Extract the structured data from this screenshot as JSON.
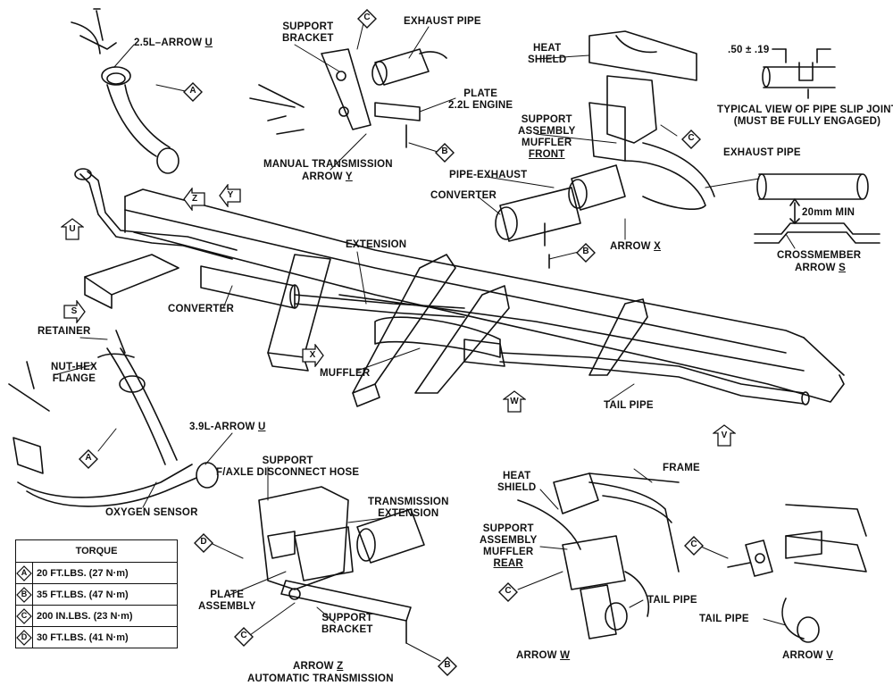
{
  "labels": {
    "arrow_u_25": "2.5L–ARROW ",
    "arrow_u_25_letter": "U",
    "support_bracket_top": "SUPPORT\nBRACKET",
    "exhaust_pipe_top": "EXHAUST PIPE",
    "plate_22": "PLATE\n2.2L ENGINE",
    "manual_trans": "MANUAL TRANSMISSION",
    "arrow_y": "ARROW ",
    "arrow_y_letter": "Y",
    "heat_shield_front": "HEAT\nSHIELD",
    "support_front_1": "SUPPORT\nASSEMBLY\nMUFFLER",
    "support_front_2": "FRONT",
    "pipe_exhaust": "PIPE-EXHAUST",
    "converter_right": "CONVERTER",
    "arrow_x": "ARROW ",
    "arrow_x_letter": "X",
    "slip_dim": ".50 ± .19",
    "slip_caption": "TYPICAL VIEW OF PIPE SLIP JOINT\n(MUST BE FULLY ENGAGED)",
    "exhaust_pipe_right": "EXHAUST PIPE",
    "min_20": "20mm MIN",
    "crossmember": "CROSSMEMBER",
    "arrow_s": "ARROW ",
    "arrow_s_letter": "S",
    "extension": "EXTENSION",
    "converter_mid": "CONVERTER",
    "muffler": "MUFFLER",
    "tail_pipe_mid": "TAIL PIPE",
    "retainer": "RETAINER",
    "nut_hex": "NUT-HEX\nFLANGE",
    "arrow_u_39": "3.9L-ARROW ",
    "arrow_u_39_letter": "U",
    "oxygen": "OXYGEN SENSOR",
    "support_disc": "SUPPORT\nF/AXLE DISCONNECT HOSE",
    "trans_ext": "TRANSMISSION\nEXTENSION",
    "plate_assy": "PLATE\nASSEMBLY",
    "support_bracket_bot": "SUPPORT\nBRACKET",
    "arrow_z": "ARROW ",
    "arrow_z_letter": "Z",
    "auto_trans": "AUTOMATIC TRANSMISSION",
    "heat_shield_rear": "HEAT\nSHIELD",
    "frame": "FRAME",
    "support_rear_1": "SUPPORT\nASSEMBLY\nMUFFLER",
    "support_rear_2": "REAR",
    "tail_pipe_rear": "TAIL PIPE",
    "arrow_w": "ARROW ",
    "arrow_w_letter": "W",
    "tail_pipe_v": "TAIL PIPE",
    "arrow_v": "ARROW ",
    "arrow_v_letter": "V"
  },
  "callouts": [
    "A",
    "B",
    "C",
    "D"
  ],
  "view_arrows": [
    "Z",
    "Y",
    "U",
    "S",
    "X",
    "W",
    "V"
  ],
  "torque": {
    "header": "TORQUE",
    "rows": [
      {
        "key": "A",
        "value": "20 FT.LBS. (27 N·m)"
      },
      {
        "key": "B",
        "value": "35 FT.LBS. (47 N·m)"
      },
      {
        "key": "C",
        "value": "200 IN.LBS. (23 N·m)"
      },
      {
        "key": "D",
        "value": "30 FT.LBS. (41 N·m)"
      }
    ]
  }
}
